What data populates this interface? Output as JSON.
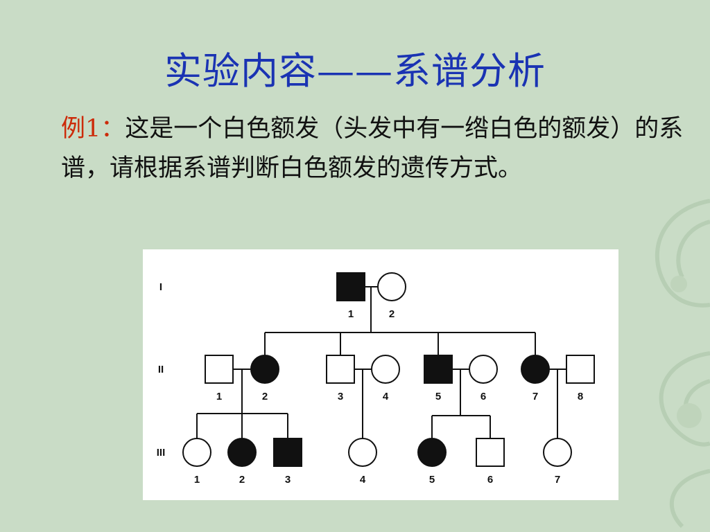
{
  "slide": {
    "title": "实验内容——系谱分析",
    "example_label": "例1：",
    "body": "这是一个白色额发（头发中有一绺白色的额发）的系谱，请根据系谱判断白色额发的遗传方式。"
  },
  "pedigree": {
    "generations": [
      {
        "label": "I",
        "members": [
          {
            "id": "I-1",
            "number": "1",
            "sex": "male",
            "affected": true
          },
          {
            "id": "I-2",
            "number": "2",
            "sex": "female",
            "affected": false
          }
        ]
      },
      {
        "label": "II",
        "members": [
          {
            "id": "II-1",
            "number": "1",
            "sex": "male",
            "affected": false
          },
          {
            "id": "II-2",
            "number": "2",
            "sex": "female",
            "affected": true
          },
          {
            "id": "II-3",
            "number": "3",
            "sex": "male",
            "affected": false
          },
          {
            "id": "II-4",
            "number": "4",
            "sex": "female",
            "affected": false
          },
          {
            "id": "II-5",
            "number": "5",
            "sex": "male",
            "affected": true
          },
          {
            "id": "II-6",
            "number": "6",
            "sex": "female",
            "affected": false
          },
          {
            "id": "II-7",
            "number": "7",
            "sex": "female",
            "affected": true
          },
          {
            "id": "II-8",
            "number": "8",
            "sex": "male",
            "affected": false
          }
        ]
      },
      {
        "label": "III",
        "members": [
          {
            "id": "III-1",
            "number": "1",
            "sex": "female",
            "affected": false
          },
          {
            "id": "III-2",
            "number": "2",
            "sex": "female",
            "affected": true
          },
          {
            "id": "III-3",
            "number": "3",
            "sex": "male",
            "affected": true
          },
          {
            "id": "III-4",
            "number": "4",
            "sex": "female",
            "affected": false
          },
          {
            "id": "III-5",
            "number": "5",
            "sex": "female",
            "affected": true
          },
          {
            "id": "III-6",
            "number": "6",
            "sex": "male",
            "affected": false
          },
          {
            "id": "III-7",
            "number": "7",
            "sex": "female",
            "affected": false
          }
        ]
      }
    ]
  }
}
